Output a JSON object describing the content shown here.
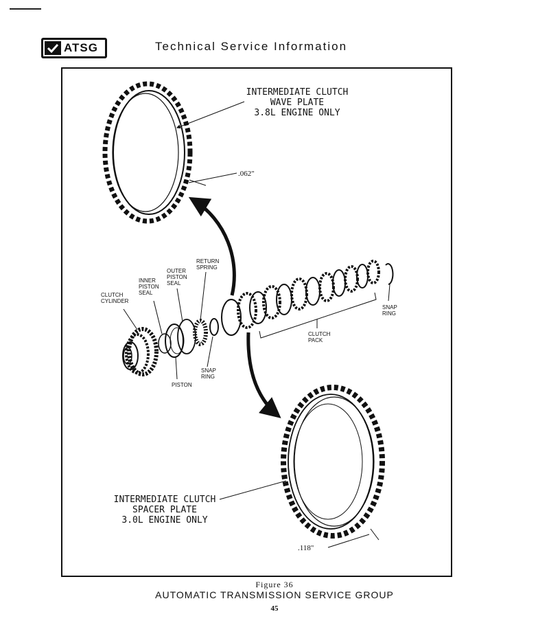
{
  "header": {
    "logo_text": "ATSG",
    "title": "Technical Service Information"
  },
  "figure": {
    "wave_plate": [
      "INTERMEDIATE CLUTCH",
      "WAVE PLATE",
      "3.8L ENGINE ONLY"
    ],
    "wave_thickness": ".062\"",
    "spacer_plate": [
      "INTERMEDIATE CLUTCH",
      "SPACER PLATE",
      "3.0L ENGINE ONLY"
    ],
    "spacer_thickness": ".118\"",
    "clutch_cylinder": [
      "CLUTCH",
      "CYLINDER"
    ],
    "inner_seal": [
      "INNER",
      "PISTON",
      "SEAL"
    ],
    "outer_seal": [
      "OUTER",
      "PISTON",
      "SEAL"
    ],
    "return_spring": [
      "RETURN",
      "SPRING"
    ],
    "piston": "PISTON",
    "snap_ring_left": [
      "SNAP",
      "RING"
    ],
    "snap_ring_right": [
      "SNAP",
      "RING"
    ],
    "clutch_pack": [
      "CLUTCH",
      "PACK"
    ]
  },
  "footer": {
    "caption": "Figure 36",
    "company": "AUTOMATIC TRANSMISSION SERVICE GROUP",
    "page_number": "45"
  }
}
